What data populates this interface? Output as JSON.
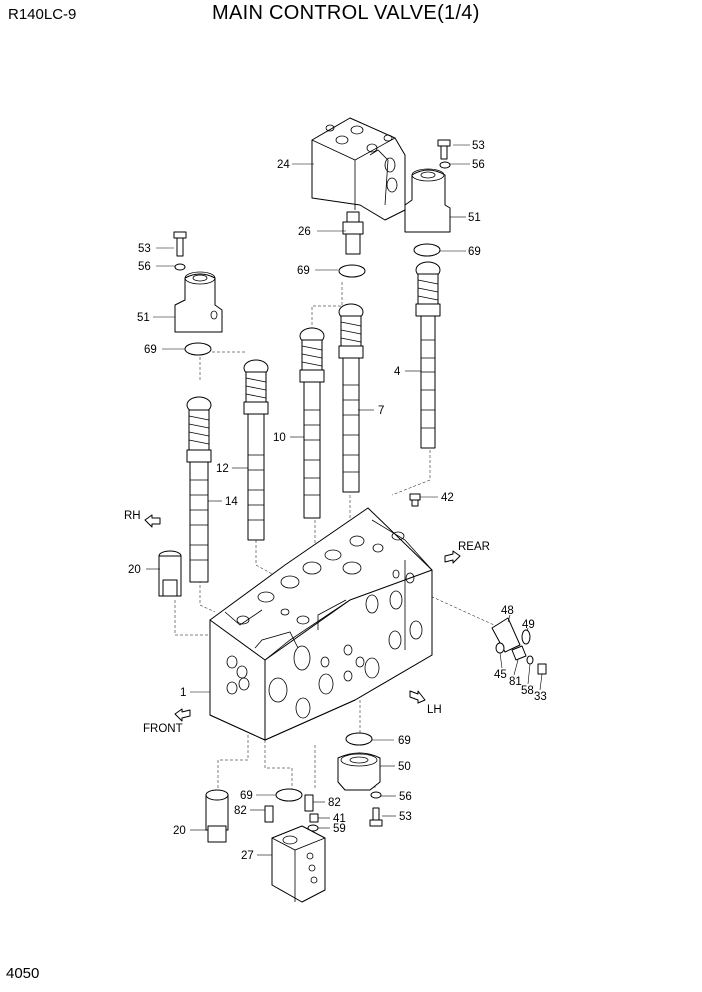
{
  "header": {
    "model": "R140LC-9",
    "title": "MAIN CONTROL VALVE(1/4)",
    "page_number": "4050"
  },
  "directions": {
    "rh": "RH",
    "rear": "REAR",
    "front": "FRONT",
    "lh": "LH"
  },
  "callouts": {
    "c1": "1",
    "c4": "4",
    "c7": "7",
    "c10": "10",
    "c12": "12",
    "c14": "14",
    "c20a": "20",
    "c20b": "20",
    "c24": "24",
    "c26": "26",
    "c27": "27",
    "c33": "33",
    "c41": "41",
    "c42": "42",
    "c45": "45",
    "c48": "48",
    "c49": "49",
    "c50": "50",
    "c51a": "51",
    "c51b": "51",
    "c53a": "53",
    "c53b": "53",
    "c53c": "53",
    "c56a": "56",
    "c56b": "56",
    "c56c": "56",
    "c58": "58",
    "c59": "59",
    "c69a": "69",
    "c69b": "69",
    "c69c": "69",
    "c69d": "69",
    "c69e": "69",
    "c81": "81",
    "c82a": "82",
    "c82b": "82"
  }
}
